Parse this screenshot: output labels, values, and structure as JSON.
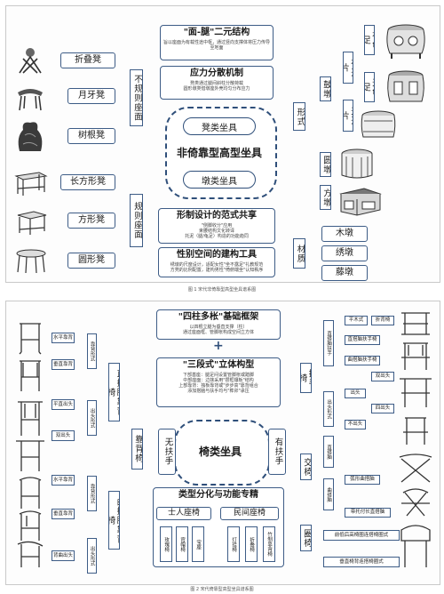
{
  "fig1": {
    "hub_title": "非倚靠型高型坐具",
    "pill_top": "凳类坐具",
    "pill_bottom": "墩类坐具",
    "info1": {
      "title": "\"面-腿\"二元结构",
      "desc": "旨以座面为有载性途中枢，通过竖向支撑体将压力传导至地面"
    },
    "info2": {
      "title": "应力分散机制",
      "desc": "凳类通过腿间斜柱分散荷载\n圆形墩类借墩座外壳均匀分布应力"
    },
    "info3": {
      "title": "形制设计的范式共享",
      "desc": "\"侧脚收分\"应用\n束腰结构文化转译\n托泥（腿/龟足）构造的功能趋同"
    },
    "info4": {
      "title": "性别空间的建构工具",
      "desc": "绣墩的尺度设计，适配女性\"坐不露足\"礼教规范\n方凳的比例配置，建构男性\"倚俯端坐\"认知秩序"
    },
    "left_group1": "不规则座面",
    "left_group2": "规则座面",
    "left_items": [
      "折叠凳",
      "月牙凳",
      "树根凳",
      "长方形凳",
      "方形凳",
      "圆形凳"
    ],
    "xingshi": "形式",
    "caizhi": "材质",
    "gudun": "鼓墩",
    "youkaipian": "有开片",
    "wukaipian": "无开片",
    "youguizu": "有龟足",
    "wuguizu": "无龟足",
    "yuandun": "圆墩",
    "fangdun": "方墩",
    "materials": [
      "木墩",
      "绣墩",
      "藤墩"
    ],
    "caption": "图 1 宋代非倚靠型高型坐具谱系图"
  },
  "fig2": {
    "hub_title": "椅类坐具",
    "left_tag": "无扶手",
    "right_tag": "有扶手",
    "info1": {
      "title": "\"四柱多枨\"基础框架",
      "desc": "以四根立腿为垂直支撑（柱）\n通过座面框、管脚枨构成空间立方体"
    },
    "info2": {
      "title": "\"三段式\"立体构型",
      "desc": "下部基座：腿足间设置管脚枨或踏脚\n中部座面：边抹采用\"攒框镶板\"结构\n上部靠背：独板靠背或\"步步高\"靠背组合\n添加搭脑与扶手均与\"榫卯\"承压"
    },
    "info3": {
      "title": "类型分化与功能专精",
      "desc": ""
    },
    "shiren": "士人座椅",
    "minjian": "民间座椅",
    "shiren_items": [
      "玫瑰椅",
      "官帽椅",
      "宝座"
    ],
    "minjian_items": [
      "灯挂椅",
      "折叠椅",
      "竹制靠背椅"
    ],
    "kaobeiyi": "靠背椅",
    "zhida": "直搭脑靠背椅",
    "quda": "曲搭脑靠背椅",
    "kaobei_xingshi": "靠背形式",
    "chutou_xingshi": "出头形式",
    "kb_left_items": [
      "水平靠背",
      "垂直靠背",
      "平直出头",
      "双出头",
      "水平靠背",
      "垂直靠背",
      "背曲出头"
    ],
    "fushouyi": "扶手椅",
    "jiaoyi": "交椅",
    "quanyi": "圈椅",
    "zhi_fushou": "直搭脑扶手",
    "fushou_items": [
      "平木式",
      "折背椅",
      "直搭脑扶手椅",
      "曲搭脑扶手椅",
      "出头",
      "双出头",
      "四出头",
      "不出头"
    ],
    "jiaoyi_items": [
      "直搭脑",
      "曲搭脑",
      "弧形曲搭脑",
      "带托付长直搭脑"
    ],
    "quanyi_items": [
      "前低后高椅圈连搭椅圈式",
      "垂直椅背连搭椅圈式"
    ],
    "caption": "图 2 宋代倚靠型高型坐具谱系图"
  },
  "colors": {
    "line": "#3d5c86",
    "box_border": "#3d5c86",
    "hub": "#2f4f7a"
  }
}
